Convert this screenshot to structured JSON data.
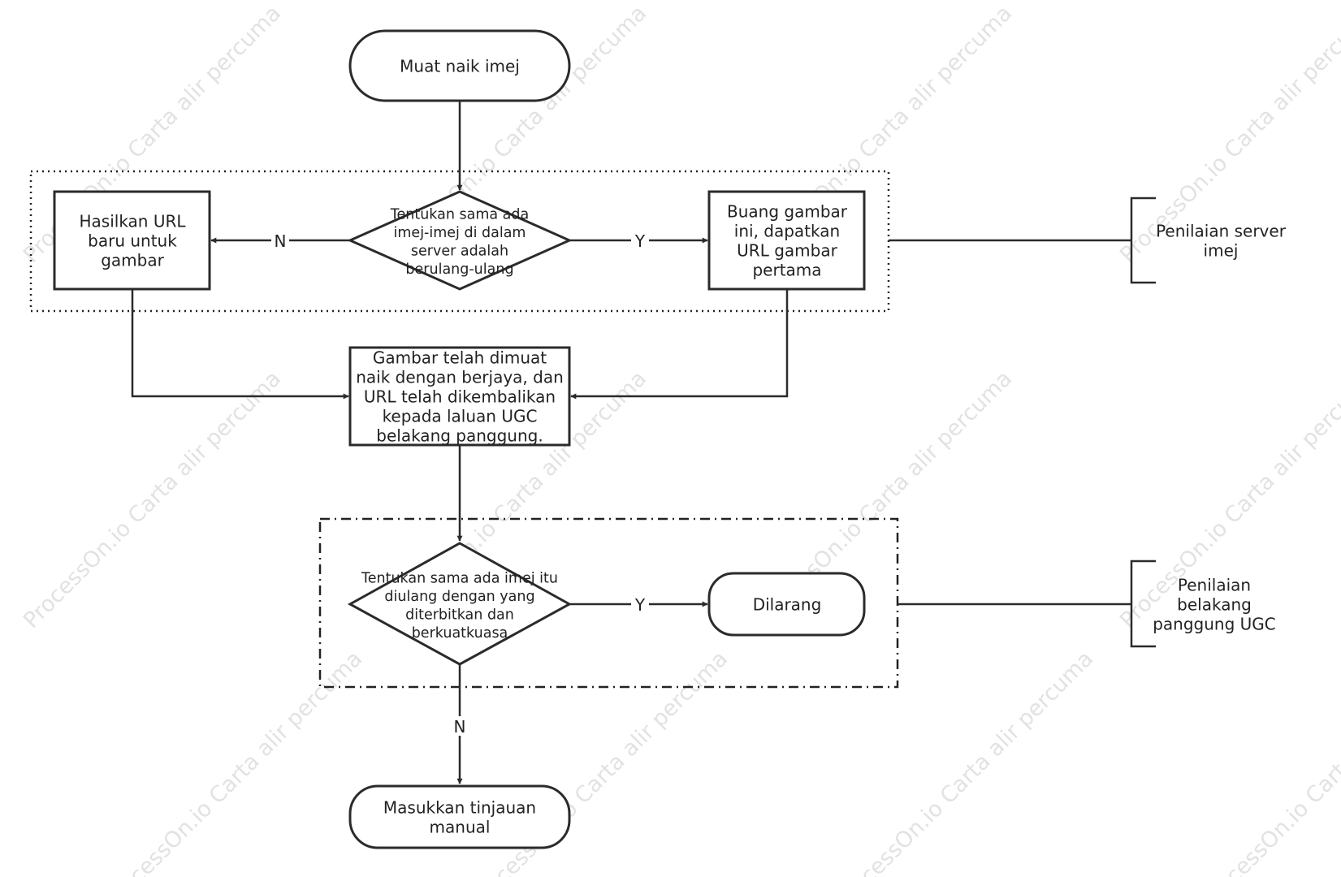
{
  "diagram": {
    "nodes": {
      "start": [
        "Muat naik imej"
      ],
      "decision_server": [
        "Tentukan sama ada",
        "imej-imej di dalam",
        "server adalah",
        "berulang-ulang"
      ],
      "generate_url": [
        "Hasilkan URL",
        "baru untuk",
        "gambar"
      ],
      "discard_image": [
        "Buang gambar",
        "ini, dapatkan",
        "URL gambar",
        "pertama"
      ],
      "upload_success": [
        "Gambar telah dimuat",
        "naik dengan berjaya, dan",
        "URL telah dikembalikan",
        "kepada laluan UGC",
        "belakang panggung."
      ],
      "decision_ugc": [
        "Tentukan sama ada imej itu",
        "diulang dengan yang",
        "diterbitkan dan",
        "berkuatkuasa"
      ],
      "forbidden": [
        "Dilarang"
      ],
      "manual_review": [
        "Masukkan tinjauan",
        "manual"
      ]
    },
    "edge_labels": {
      "no_1": "N",
      "yes_1": "Y",
      "yes_2": "Y",
      "no_2": "N"
    },
    "annotations": {
      "server": [
        "Penilaian server",
        "imej"
      ],
      "ugc": [
        "Penilaian",
        "belakang",
        "panggung UGC"
      ]
    },
    "watermark": "ProcessOn.io Carta alir percuma"
  }
}
